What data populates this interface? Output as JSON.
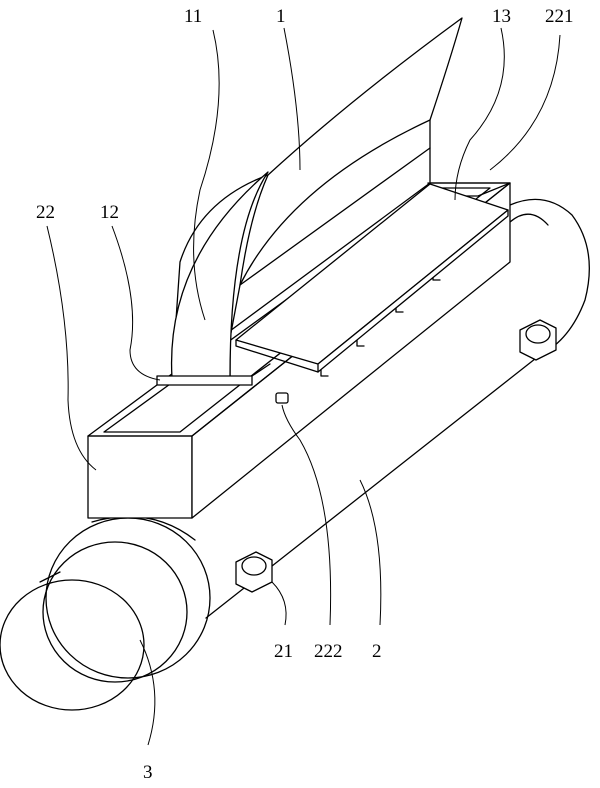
{
  "diagram": {
    "labels": {
      "l11": "11",
      "l1": "1",
      "l13": "13",
      "l221": "221",
      "l22": "22",
      "l12": "12",
      "l2": "2",
      "l21": "21",
      "l222": "222",
      "l3": "3"
    }
  }
}
